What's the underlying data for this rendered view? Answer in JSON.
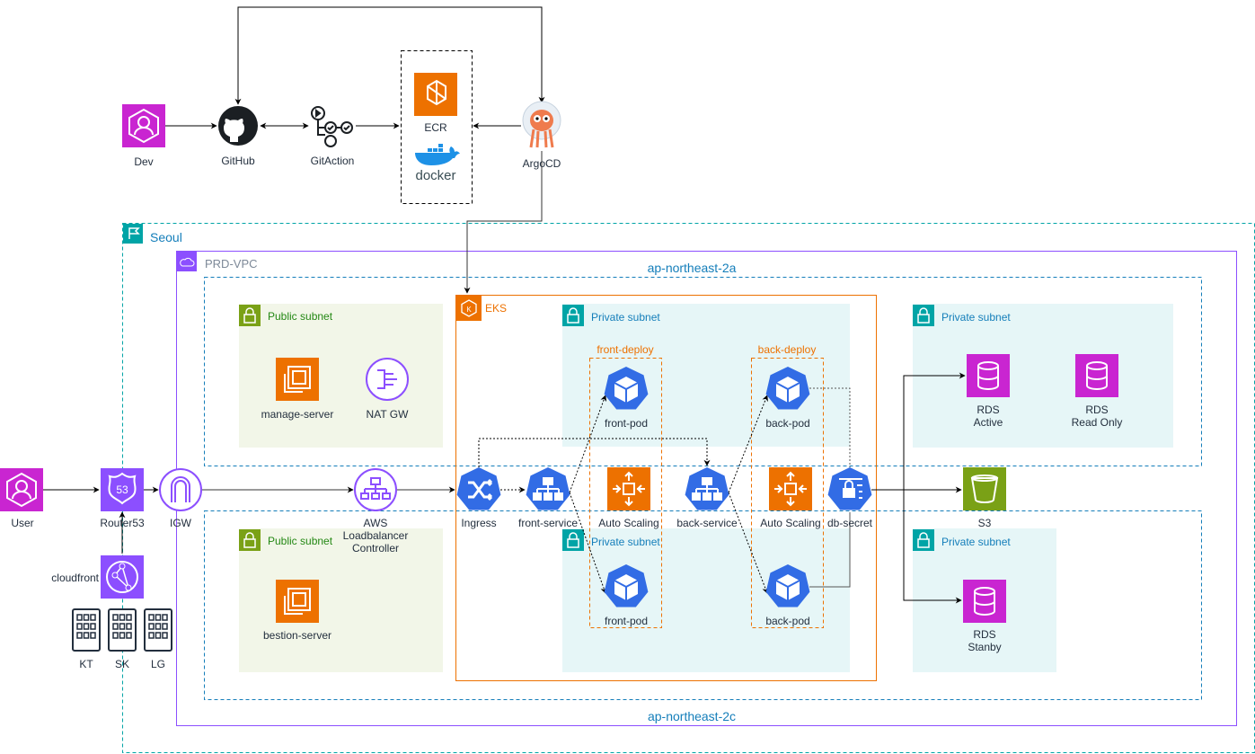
{
  "colors": {
    "teal": "#00a4a6",
    "vpc": "#8c4fff",
    "az": "#147eba",
    "public": "#248814",
    "eks": "#ed7100",
    "k8s": "#326ce5",
    "magenta": "#c925d1",
    "s3": "#7aa116"
  },
  "groups": {
    "region": "Seoul",
    "vpc": "PRD-VPC",
    "az_a": "ap-northeast-2a",
    "az_c": "ap-northeast-2c",
    "eks": "EKS",
    "public_subnet": "Public subnet",
    "private_subnet": "Private subnet",
    "front_deploy": "front-deploy",
    "back_deploy": "back-deploy"
  },
  "cicd": {
    "dev": "Dev",
    "github": "GitHub",
    "gitaction": "GitAction",
    "ecr": "ECR",
    "docker": "docker",
    "argocd": "ArgoCD"
  },
  "nodes": {
    "user": "User",
    "router53": "Router53",
    "router53_badge": "53",
    "igw": "IGW",
    "cloudfront": "cloudfront",
    "isp": [
      "KT",
      "SK",
      "LG"
    ],
    "lb": [
      "AWS",
      "Loadbalancer",
      "Controller"
    ],
    "manage_server": "manage-server",
    "nat_gw": "NAT GW",
    "bastion_server": "bestion-server",
    "ingress": "Ingress",
    "front_service": "front-service",
    "auto_scaling": "Auto Scaling",
    "back_service": "back-service",
    "db_secret": "db-secret",
    "front_pod": "front-pod",
    "back_pod": "back-pod",
    "s3": "S3",
    "rds_active": [
      "RDS",
      "Active"
    ],
    "rds_read": [
      "RDS",
      "Read Only"
    ],
    "rds_standby": [
      "RDS",
      "Stanby"
    ]
  }
}
